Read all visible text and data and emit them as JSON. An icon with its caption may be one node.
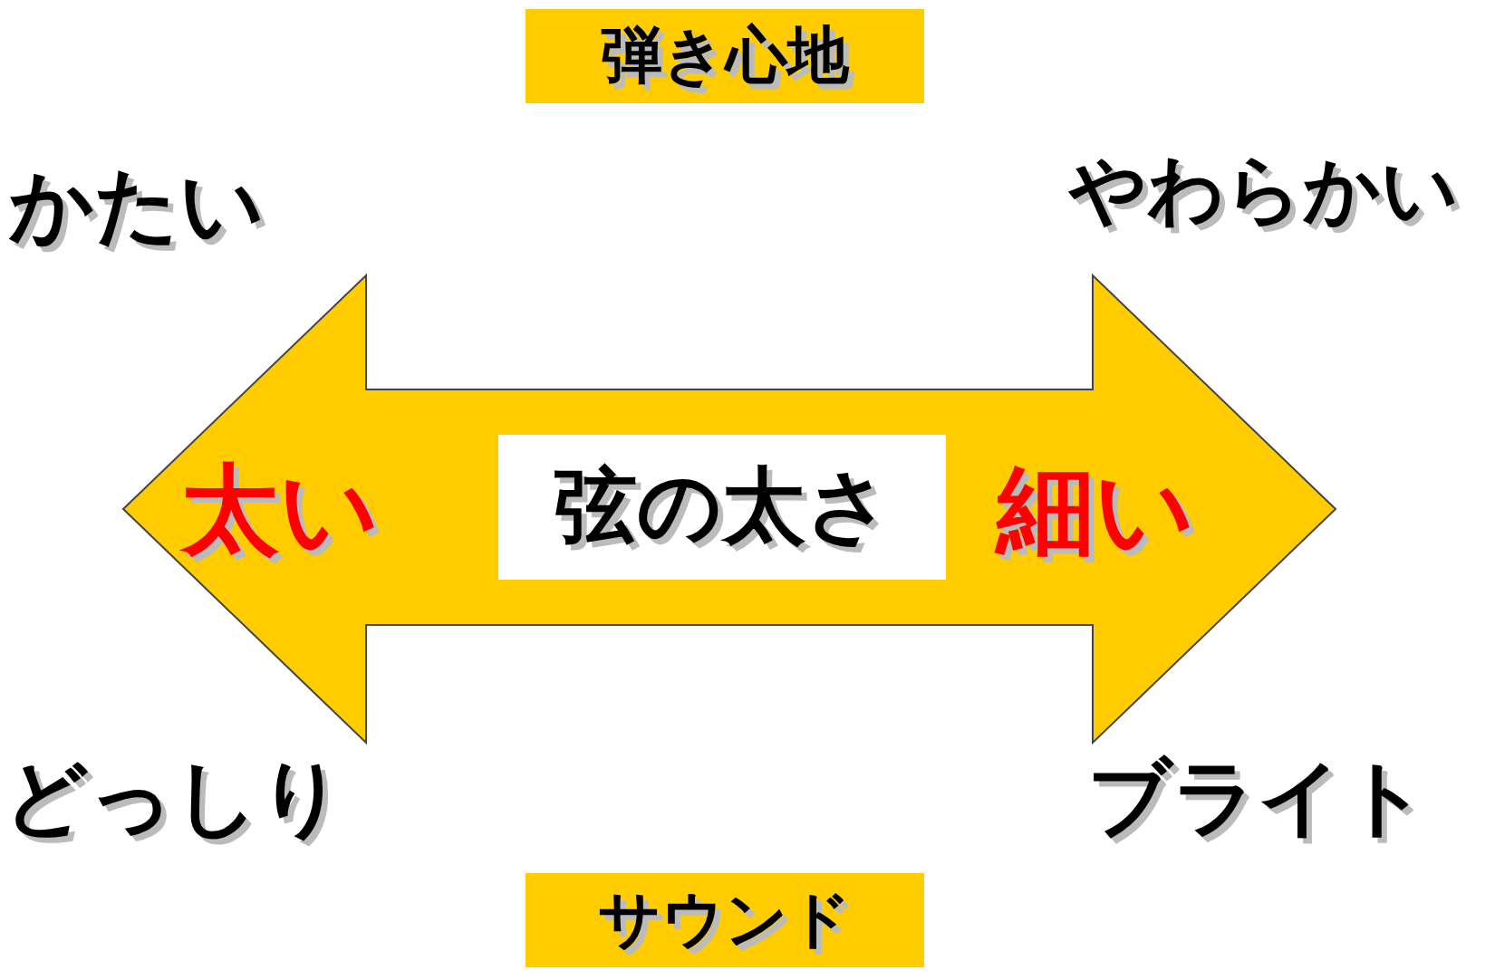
{
  "diagram": {
    "nodes": [
      {
        "text": [
          "弾き心地"
        ]
      },
      {
        "text": [
          "太い",
          "細い"
        ]
      },
      {
        "text": [
          "弦の太さ"
        ],
        "in": 1
      },
      {
        "text": [
          "サウンド"
        ]
      }
    ],
    "labels": [
      "かたい",
      "やわらかい",
      "どっしり",
      "ブライト"
    ]
  }
}
